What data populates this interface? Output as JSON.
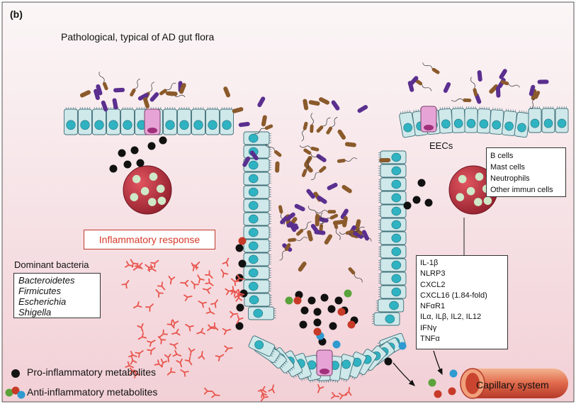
{
  "panel_label": "(b)",
  "subtitle": "Pathological, typical of AD gut flora",
  "eecs_label": "EECs",
  "inflammatory_label": "Inflammatory response",
  "dominant_bacteria": {
    "title": "Dominant bacteria",
    "items": [
      "Bacteroidetes",
      "Firmicutes",
      "Escherichia",
      "Shigella"
    ]
  },
  "immune_cells": [
    "B cells",
    "Mast cells",
    "Neutrophils",
    "Other immun cells"
  ],
  "cytokines": [
    "IL-1β",
    "NLRP3",
    "CXCL2",
    "CXCL16 (1.84-fold)",
    "NFαR1",
    "ILα, ILβ, IL2, IL12",
    "IFNγ",
    "TNFα"
  ],
  "legend": {
    "pro": "Pro-inflammatory metabolites",
    "anti": "Anti-inflammatory metabolites"
  },
  "capillary_label": "Capillary system",
  "colors": {
    "background_top": "#fbf4f5",
    "background_bottom": "#f3d3d8",
    "epithelium": "#cfe8ea",
    "nucleus": "#2fb3c2",
    "eec": "#e6a4d6",
    "immune_cell": "#b8323f",
    "cytokine": "#e8554d",
    "bacteria_brown": "#8a5a2b",
    "bacteria_purple": "#5a2f8f",
    "capillary": "#d65a3a"
  }
}
